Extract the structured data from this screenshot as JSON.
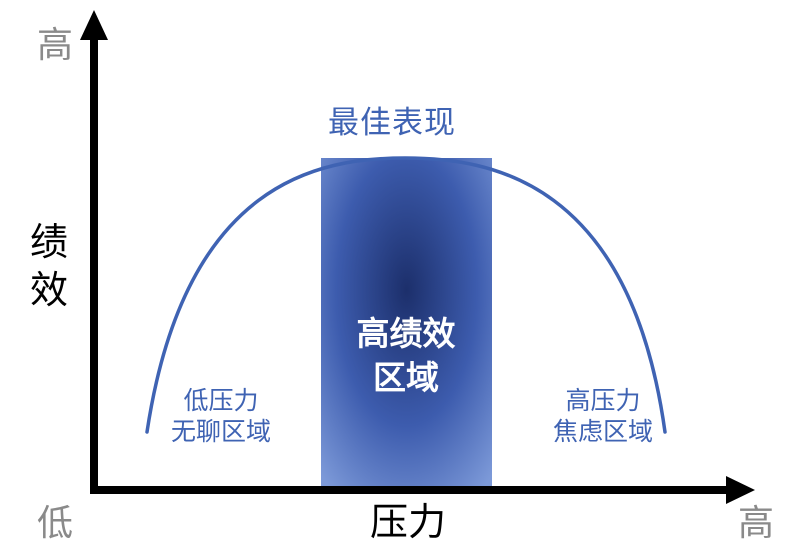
{
  "axes": {
    "y_title_line1": "绩",
    "y_title_line2": "效",
    "y_high": "高",
    "x_title": "压力",
    "x_low": "低",
    "x_high": "高"
  },
  "curve": {
    "peak_label": "最佳表现"
  },
  "zones": {
    "left_line1": "低压力",
    "left_line2": "无聊区域",
    "center_line1": "高绩效",
    "center_line2": "区域",
    "right_line1": "高压力",
    "right_line2": "焦虑区域"
  },
  "colors": {
    "curve": "#3f63b3",
    "label_blue": "#3f63b3",
    "band_center": "#1c2f6b",
    "band_edge": "#7c99d8",
    "axis": "#000000",
    "muted_text": "#8a8a8a"
  }
}
